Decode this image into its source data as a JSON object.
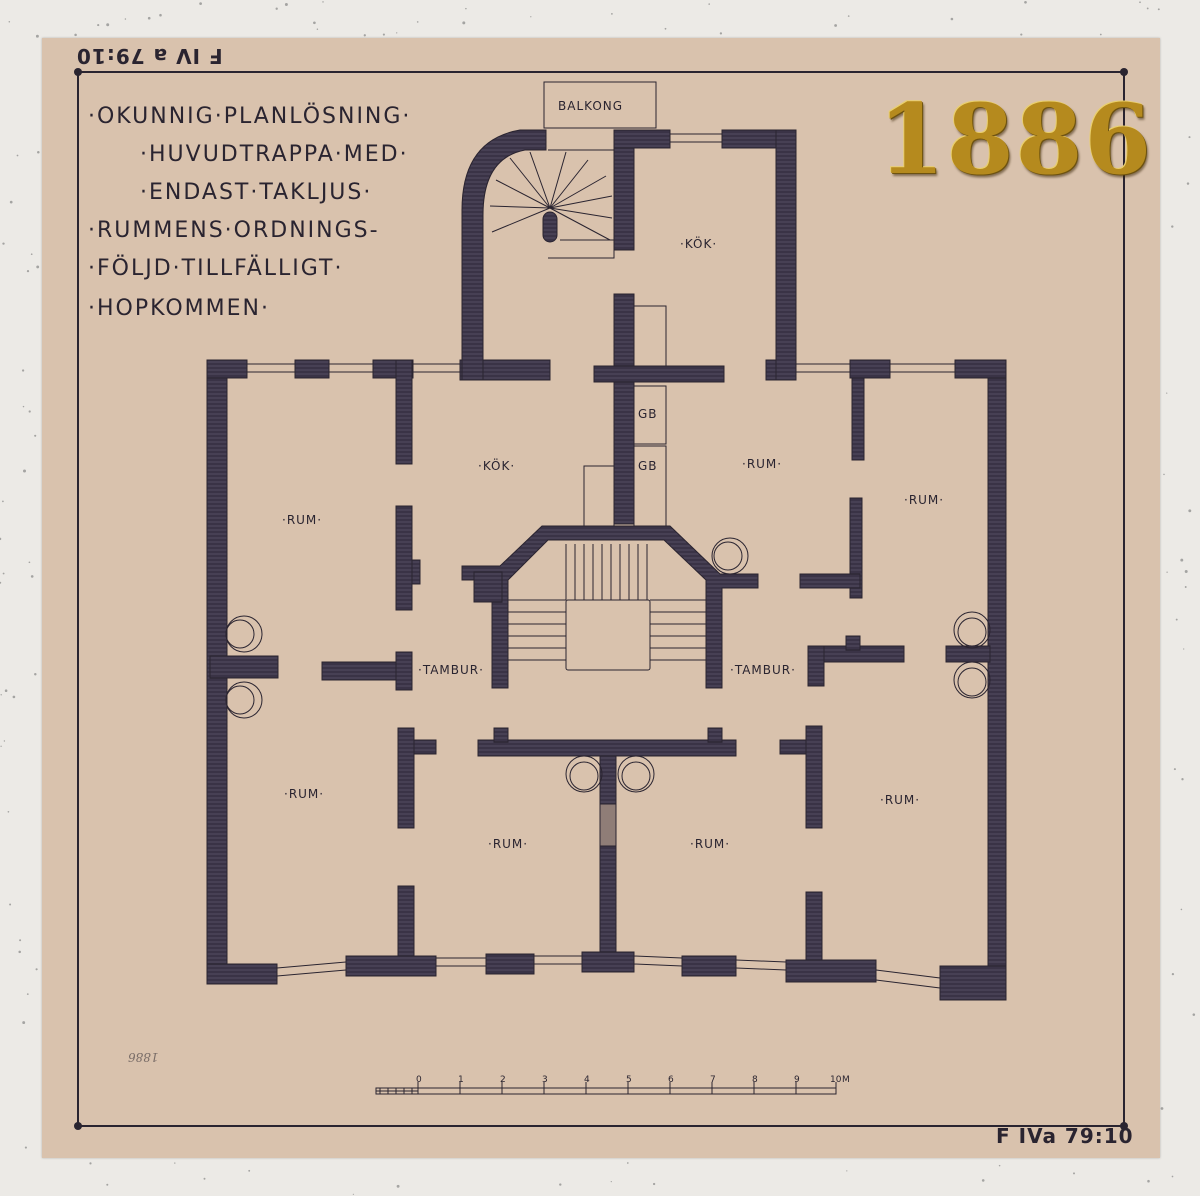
{
  "heading": {
    "lines": [
      "·OKUNNIG·PLANLÖSNING·",
      "·HUVUDTRAPPA·MED·",
      "·ENDAST·TAKLJUS·",
      "·RUMMENS·ORDNINGS-",
      "·FÖLJD·TILLFÄLLIGT·",
      "·HOPKOMMEN·"
    ]
  },
  "year": "1886",
  "codes": {
    "top_left": "F IV a 79:10",
    "bottom_right": "F IVa 79:10"
  },
  "pencil_note": "1886",
  "rooms": {
    "balkong": "BALKONG",
    "kok_top": "·KÖK·",
    "kok_mid": "·KÖK·",
    "gb1": "GB",
    "gb2": "GB",
    "rum_upper_mid": "·RUM·",
    "rum_left_upper": "·RUM·",
    "rum_right_upper": "·RUM·",
    "tambur_left": "·TAMBUR·",
    "tambur_right": "·TAMBUR·",
    "rum_left_lower": "·RUM·",
    "rum_lower_mid_left": "·RUM·",
    "rum_lower_mid_right": "·RUM·",
    "rum_right_lower": "·RUM·"
  },
  "scale": {
    "ticks": [
      "0",
      "1",
      "2",
      "3",
      "4",
      "5",
      "6",
      "7",
      "8",
      "9",
      "10"
    ],
    "unit": "M"
  },
  "colors": {
    "paper": "#d9c2ad",
    "ink": "#2a2430",
    "wall_fill": "#3a3346",
    "gold": "#b58a1e"
  }
}
